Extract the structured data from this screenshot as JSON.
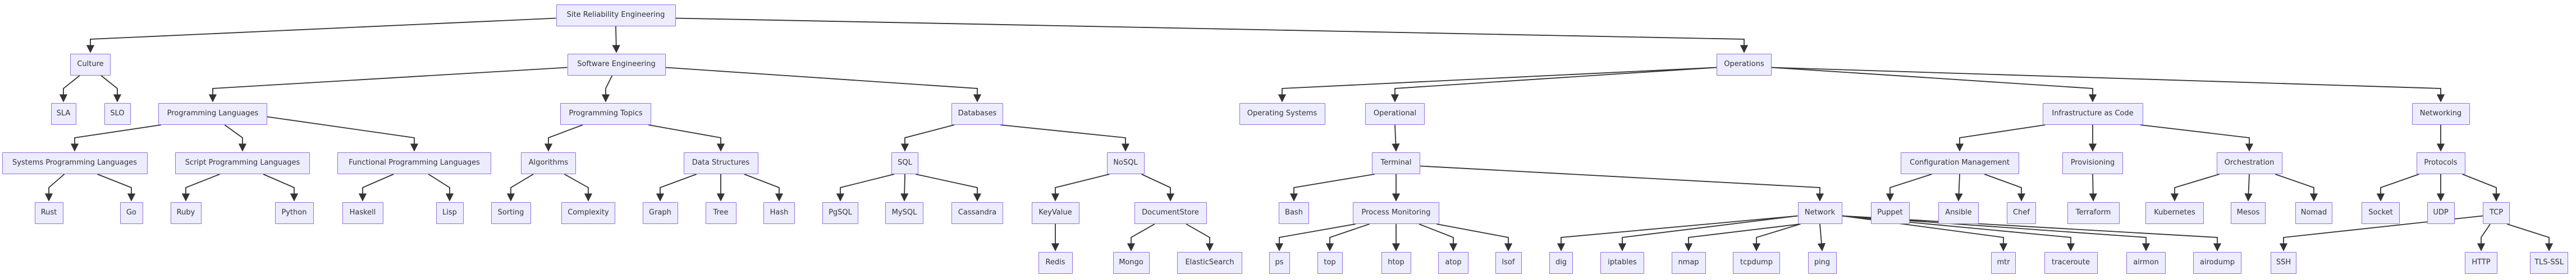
{
  "diagram": {
    "type": "flowchart-top-down",
    "title": "Site Reliability Engineering",
    "colors": {
      "background": "#ffffff",
      "node_fill": "#ECECFF",
      "node_border": "#9370DB",
      "edge": "#333333",
      "text": "#333333"
    },
    "nodes": [
      {
        "id": "sre",
        "label": "Site Reliability Engineering"
      },
      {
        "id": "culture",
        "label": "Culture"
      },
      {
        "id": "se",
        "label": "Software Engineering"
      },
      {
        "id": "ops",
        "label": "Operations"
      },
      {
        "id": "sla",
        "label": "SLA"
      },
      {
        "id": "slo",
        "label": "SLO"
      },
      {
        "id": "pl",
        "label": "Programming Languages"
      },
      {
        "id": "pt",
        "label": "Programming Topics"
      },
      {
        "id": "db",
        "label": "Databases"
      },
      {
        "id": "os",
        "label": "Operating Systems"
      },
      {
        "id": "operational",
        "label": "Operational"
      },
      {
        "id": "iac",
        "label": "Infrastructure as Code"
      },
      {
        "id": "networking",
        "label": "Networking"
      },
      {
        "id": "spl",
        "label": "Systems Programming Languages"
      },
      {
        "id": "scpl",
        "label": "Script Programming Languages"
      },
      {
        "id": "fpl",
        "label": "Functional Programming Languages"
      },
      {
        "id": "algo",
        "label": "Algorithms"
      },
      {
        "id": "ds",
        "label": "Data Structures"
      },
      {
        "id": "sql",
        "label": "SQL"
      },
      {
        "id": "nosql",
        "label": "NoSQL"
      },
      {
        "id": "terminal",
        "label": "Terminal"
      },
      {
        "id": "cm",
        "label": "Configuration Management"
      },
      {
        "id": "prov",
        "label": "Provisioning"
      },
      {
        "id": "orch",
        "label": "Orchestration"
      },
      {
        "id": "protocols",
        "label": "Protocols"
      },
      {
        "id": "rust",
        "label": "Rust"
      },
      {
        "id": "go",
        "label": "Go"
      },
      {
        "id": "ruby",
        "label": "Ruby"
      },
      {
        "id": "python",
        "label": "Python"
      },
      {
        "id": "haskell",
        "label": "Haskell"
      },
      {
        "id": "lisp",
        "label": "Lisp"
      },
      {
        "id": "sorting",
        "label": "Sorting"
      },
      {
        "id": "complexity",
        "label": "Complexity"
      },
      {
        "id": "graph",
        "label": "Graph"
      },
      {
        "id": "tree",
        "label": "Tree"
      },
      {
        "id": "hash",
        "label": "Hash"
      },
      {
        "id": "pgsql",
        "label": "PgSQL"
      },
      {
        "id": "mysql",
        "label": "MySQL"
      },
      {
        "id": "cassandra",
        "label": "Cassandra"
      },
      {
        "id": "keyvalue",
        "label": "KeyValue"
      },
      {
        "id": "docstore",
        "label": "DocumentStore"
      },
      {
        "id": "bash",
        "label": "Bash"
      },
      {
        "id": "pm",
        "label": "Process Monitoring"
      },
      {
        "id": "network",
        "label": "Network"
      },
      {
        "id": "puppet",
        "label": "Puppet"
      },
      {
        "id": "ansible",
        "label": "Ansible"
      },
      {
        "id": "chef",
        "label": "Chef"
      },
      {
        "id": "terraform",
        "label": "Terraform"
      },
      {
        "id": "kubernetes",
        "label": "Kubernetes"
      },
      {
        "id": "mesos",
        "label": "Mesos"
      },
      {
        "id": "nomad",
        "label": "Nomad"
      },
      {
        "id": "socket",
        "label": "Socket"
      },
      {
        "id": "udp",
        "label": "UDP"
      },
      {
        "id": "tcp",
        "label": "TCP"
      },
      {
        "id": "redis",
        "label": "Redis"
      },
      {
        "id": "mongo",
        "label": "Mongo"
      },
      {
        "id": "elastic",
        "label": "ElasticSearch"
      },
      {
        "id": "ps",
        "label": "ps"
      },
      {
        "id": "top",
        "label": "top"
      },
      {
        "id": "htop",
        "label": "htop"
      },
      {
        "id": "atop",
        "label": "atop"
      },
      {
        "id": "lsof",
        "label": "lsof"
      },
      {
        "id": "dig",
        "label": "dig"
      },
      {
        "id": "iptables",
        "label": "iptables"
      },
      {
        "id": "nmap",
        "label": "nmap"
      },
      {
        "id": "tcpdump",
        "label": "tcpdump"
      },
      {
        "id": "ping",
        "label": "ping"
      },
      {
        "id": "mtr",
        "label": "mtr"
      },
      {
        "id": "traceroute",
        "label": "traceroute"
      },
      {
        "id": "airmon",
        "label": "airmon"
      },
      {
        "id": "airodump",
        "label": "airodump"
      },
      {
        "id": "ssh",
        "label": "SSH"
      },
      {
        "id": "http",
        "label": "HTTP"
      },
      {
        "id": "tlsssl",
        "label": "TLS-SSL"
      }
    ],
    "edges": [
      {
        "from": "sre",
        "to": "culture"
      },
      {
        "from": "sre",
        "to": "se"
      },
      {
        "from": "sre",
        "to": "ops"
      },
      {
        "from": "culture",
        "to": "sla"
      },
      {
        "from": "culture",
        "to": "slo"
      },
      {
        "from": "se",
        "to": "pl"
      },
      {
        "from": "se",
        "to": "pt"
      },
      {
        "from": "se",
        "to": "db"
      },
      {
        "from": "pl",
        "to": "spl"
      },
      {
        "from": "pl",
        "to": "scpl"
      },
      {
        "from": "pl",
        "to": "fpl"
      },
      {
        "from": "spl",
        "to": "rust"
      },
      {
        "from": "spl",
        "to": "go"
      },
      {
        "from": "scpl",
        "to": "ruby"
      },
      {
        "from": "scpl",
        "to": "python"
      },
      {
        "from": "fpl",
        "to": "haskell"
      },
      {
        "from": "fpl",
        "to": "lisp"
      },
      {
        "from": "pt",
        "to": "algo"
      },
      {
        "from": "pt",
        "to": "ds"
      },
      {
        "from": "algo",
        "to": "sorting"
      },
      {
        "from": "algo",
        "to": "complexity"
      },
      {
        "from": "ds",
        "to": "graph"
      },
      {
        "from": "ds",
        "to": "tree"
      },
      {
        "from": "ds",
        "to": "hash"
      },
      {
        "from": "db",
        "to": "sql"
      },
      {
        "from": "db",
        "to": "nosql"
      },
      {
        "from": "sql",
        "to": "pgsql"
      },
      {
        "from": "sql",
        "to": "mysql"
      },
      {
        "from": "sql",
        "to": "cassandra"
      },
      {
        "from": "nosql",
        "to": "keyvalue"
      },
      {
        "from": "nosql",
        "to": "docstore"
      },
      {
        "from": "keyvalue",
        "to": "redis"
      },
      {
        "from": "docstore",
        "to": "mongo"
      },
      {
        "from": "docstore",
        "to": "elastic"
      },
      {
        "from": "ops",
        "to": "os"
      },
      {
        "from": "ops",
        "to": "operational"
      },
      {
        "from": "ops",
        "to": "iac"
      },
      {
        "from": "ops",
        "to": "networking"
      },
      {
        "from": "operational",
        "to": "terminal"
      },
      {
        "from": "terminal",
        "to": "bash"
      },
      {
        "from": "terminal",
        "to": "pm"
      },
      {
        "from": "terminal",
        "to": "network"
      },
      {
        "from": "pm",
        "to": "ps"
      },
      {
        "from": "pm",
        "to": "top"
      },
      {
        "from": "pm",
        "to": "htop"
      },
      {
        "from": "pm",
        "to": "atop"
      },
      {
        "from": "pm",
        "to": "lsof"
      },
      {
        "from": "network",
        "to": "dig"
      },
      {
        "from": "network",
        "to": "iptables"
      },
      {
        "from": "network",
        "to": "nmap"
      },
      {
        "from": "network",
        "to": "tcpdump"
      },
      {
        "from": "network",
        "to": "ping"
      },
      {
        "from": "network",
        "to": "mtr"
      },
      {
        "from": "network",
        "to": "traceroute"
      },
      {
        "from": "network",
        "to": "airmon"
      },
      {
        "from": "network",
        "to": "airodump"
      },
      {
        "from": "iac",
        "to": "cm"
      },
      {
        "from": "iac",
        "to": "prov"
      },
      {
        "from": "iac",
        "to": "orch"
      },
      {
        "from": "cm",
        "to": "puppet"
      },
      {
        "from": "cm",
        "to": "ansible"
      },
      {
        "from": "cm",
        "to": "chef"
      },
      {
        "from": "prov",
        "to": "terraform"
      },
      {
        "from": "orch",
        "to": "kubernetes"
      },
      {
        "from": "orch",
        "to": "mesos"
      },
      {
        "from": "orch",
        "to": "nomad"
      },
      {
        "from": "networking",
        "to": "protocols"
      },
      {
        "from": "protocols",
        "to": "socket"
      },
      {
        "from": "protocols",
        "to": "udp"
      },
      {
        "from": "protocols",
        "to": "tcp"
      },
      {
        "from": "tcp",
        "to": "http"
      },
      {
        "from": "tcp",
        "to": "tlsssl"
      },
      {
        "from": "tcp",
        "to": "ssh"
      }
    ]
  }
}
